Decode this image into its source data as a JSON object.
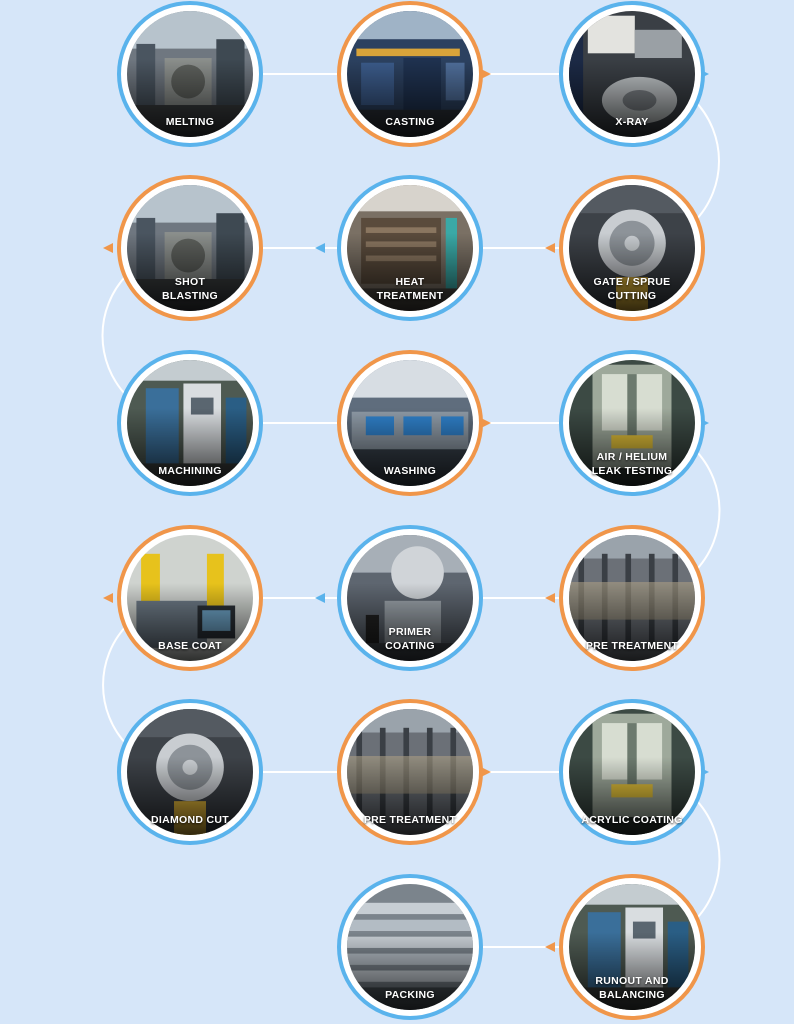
{
  "colors": {
    "background": "#d6e6f9",
    "blue_ring": "#5ab3ec",
    "orange_ring": "#f0964a",
    "connector": "#ffffff"
  },
  "steps": [
    {
      "label": "MELTING",
      "ring": "blue",
      "scene": "factory"
    },
    {
      "label": "CASTING",
      "ring": "orange",
      "scene": "plant"
    },
    {
      "label": "X-RAY",
      "ring": "blue",
      "scene": "xray"
    },
    {
      "label": "GATE / SPRUE\nCUTTING",
      "ring": "orange",
      "scene": "wheel"
    },
    {
      "label": "HEAT\nTREATMENT",
      "ring": "blue",
      "scene": "furnace"
    },
    {
      "label": "SHOT\nBLASTING",
      "ring": "orange",
      "scene": "factory"
    },
    {
      "label": "MACHINING",
      "ring": "blue",
      "scene": "machine"
    },
    {
      "label": "WASHING",
      "ring": "orange",
      "scene": "washer"
    },
    {
      "label": "AIR / HELIUM\nLEAK TESTING",
      "ring": "blue",
      "scene": "booth"
    },
    {
      "label": "PRE TREATMENT",
      "ring": "orange",
      "scene": "line"
    },
    {
      "label": "PRIMER\nCOATING",
      "ring": "blue",
      "scene": "robot"
    },
    {
      "label": "BASE COAT",
      "ring": "orange",
      "scene": "panel"
    },
    {
      "label": "DIAMOND CUT",
      "ring": "blue",
      "scene": "wheel"
    },
    {
      "label": "PRE TREATMENT",
      "ring": "orange",
      "scene": "line"
    },
    {
      "label": "ACRYLIC COATING",
      "ring": "blue",
      "scene": "booth"
    },
    {
      "label": "RUNOUT AND\nBALANCING",
      "ring": "orange",
      "scene": "machine"
    },
    {
      "label": "PACKING",
      "ring": "blue",
      "scene": "stack"
    }
  ]
}
